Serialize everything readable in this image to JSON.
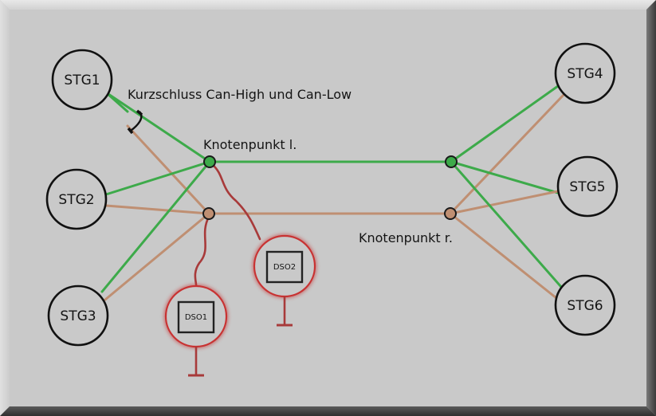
{
  "diagram": {
    "colors": {
      "background": "#c9c9c9",
      "can_high": "#3daa4a",
      "can_low": "#bf8f72",
      "probe": "#c83232",
      "probe_wire": "#a83a3a",
      "node_outline": "#111111"
    },
    "ecus": [
      {
        "id": "stg1",
        "label": "STG1"
      },
      {
        "id": "stg2",
        "label": "STG2"
      },
      {
        "id": "stg3",
        "label": "STG3"
      },
      {
        "id": "stg4",
        "label": "STG4"
      },
      {
        "id": "stg5",
        "label": "STG5"
      },
      {
        "id": "stg6",
        "label": "STG6"
      }
    ],
    "junctions": {
      "left": "Knotenpunkt l.",
      "right": "Knotenpunkt r."
    },
    "fault_label": "Kurzschluss Can-High und Can-Low",
    "oscilloscopes": [
      {
        "id": "dso1",
        "label": "DSO1"
      },
      {
        "id": "dso2",
        "label": "DSO2"
      }
    ]
  }
}
